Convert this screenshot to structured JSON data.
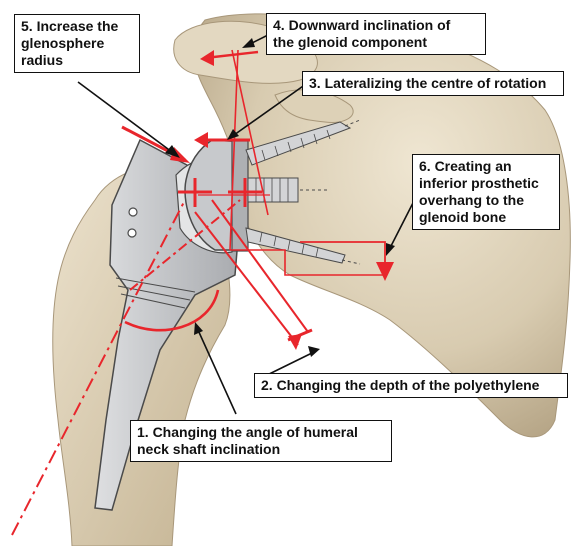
{
  "labels": {
    "l1": "1. Changing the angle of humeral\nneck shaft inclination",
    "l2": "2. Changing the depth of the polyethylene",
    "l3": "3. Lateralizing the centre of rotation",
    "l4": "4. Downward inclination of\nthe glenoid component",
    "l5": "5. Increase the\nglenosphere\nradius",
    "l6": "6. Creating an\ninferior prosthetic\noverhang to the\nglenoid bone"
  },
  "colors": {
    "annotation_red": "#e8262c",
    "bone": "#cbbc9e",
    "bone_light": "#e6dcc6",
    "implant_metal": "#c9cbce",
    "implant_outline": "#4a4a4a",
    "label_text": "#111111"
  }
}
